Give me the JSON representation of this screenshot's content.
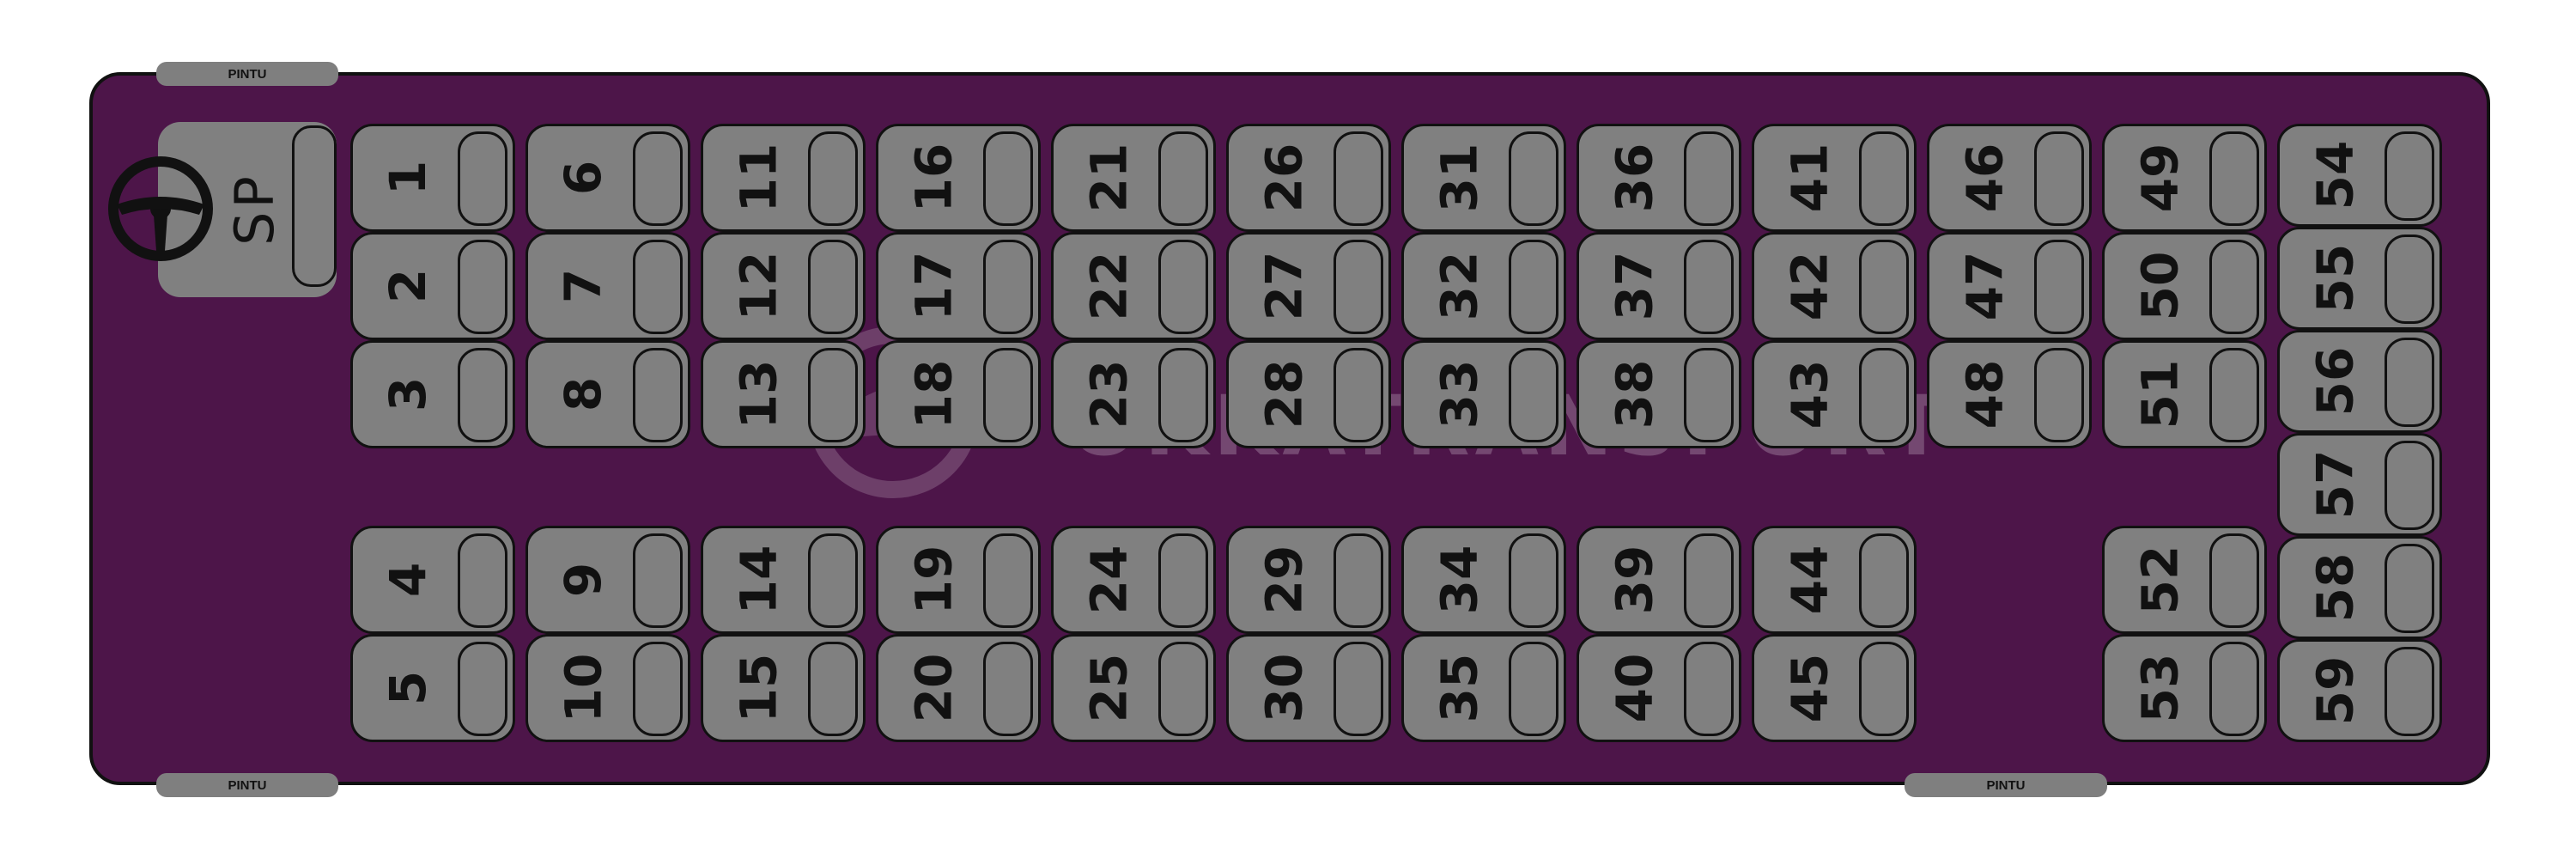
{
  "colors": {
    "bus_body": "#4d1549",
    "seat": "#808080",
    "seat_border": "#111111",
    "door": "#7f7f7f",
    "background": "#ffffff"
  },
  "doors": {
    "top_left": "PINTU",
    "bottom_left": "PINTU",
    "bottom_right": "PINTU"
  },
  "driver": {
    "label": "SP",
    "icon": "steering-wheel-icon"
  },
  "watermark": {
    "text": "OKKATRANSPORT",
    "icon": "bus-logo-icon"
  },
  "seats": [
    "1",
    "2",
    "3",
    "4",
    "5",
    "6",
    "7",
    "8",
    "9",
    "10",
    "11",
    "12",
    "13",
    "14",
    "15",
    "16",
    "17",
    "18",
    "19",
    "20",
    "21",
    "22",
    "23",
    "24",
    "25",
    "26",
    "27",
    "28",
    "29",
    "30",
    "31",
    "32",
    "33",
    "34",
    "35",
    "36",
    "37",
    "38",
    "39",
    "40",
    "41",
    "42",
    "43",
    "44",
    "45",
    "46",
    "47",
    "48",
    "49",
    "50",
    "51",
    "52",
    "53",
    "54",
    "55",
    "56",
    "57",
    "58",
    "59"
  ]
}
